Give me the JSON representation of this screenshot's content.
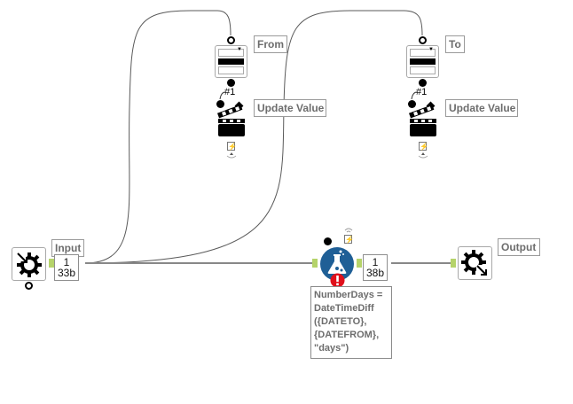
{
  "canvas": {
    "connection_color": "#707070",
    "anchor_color": "#b5d36a",
    "label_text_color": "#6d6d6d",
    "formula_tool_color": "#1f5f96",
    "error_color": "#e0101b"
  },
  "tools": {
    "input": {
      "label": "Input",
      "record_count": "1",
      "size": "33b",
      "badge": "Q"
    },
    "from_dropdown": {
      "label": "From",
      "badge": "Q"
    },
    "from_action": {
      "label": "Update Value",
      "connection_number": "#1",
      "badge": "Q"
    },
    "to_dropdown": {
      "label": "To",
      "badge": "Q"
    },
    "to_action": {
      "label": "Update Value",
      "connection_number": "#1",
      "badge": "Q"
    },
    "formula": {
      "record_count": "1",
      "size": "38b",
      "badge": "Q",
      "error_glyph": "!",
      "expression_lines": [
        "NumberDays =",
        "DateTimeDiff",
        "({DATETO},",
        "{DATEFROM},",
        "\"days\")"
      ]
    },
    "output": {
      "label": "Output"
    }
  },
  "icons": {
    "bolt": "⚡",
    "dropdown_arrow": "▼"
  }
}
